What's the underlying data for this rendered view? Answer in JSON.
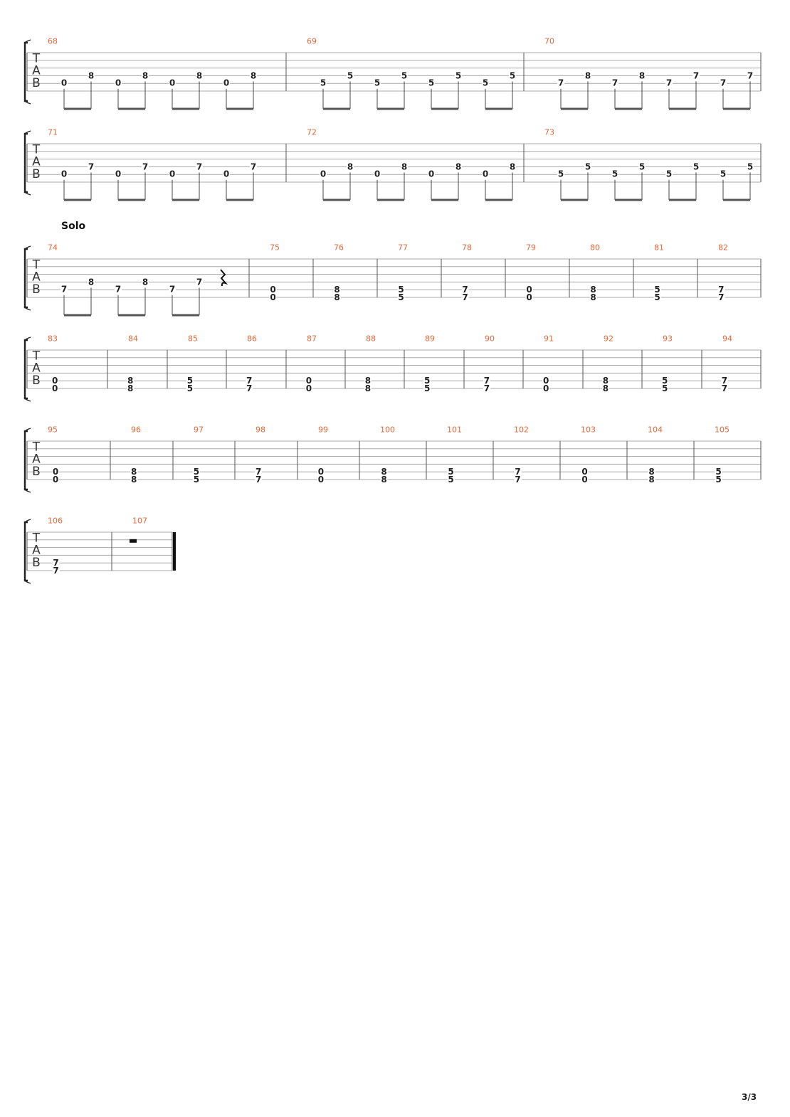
{
  "page_number": "3/3",
  "systems": [
    {
      "measures": [
        {
          "number": "68",
          "notes": [
            {
              "fret": "0",
              "string": 5
            },
            {
              "fret": "8",
              "string": 4
            },
            {
              "fret": "0",
              "string": 5
            },
            {
              "fret": "8",
              "string": 4
            },
            {
              "fret": "0",
              "string": 5
            },
            {
              "fret": "8",
              "string": 4
            },
            {
              "fret": "0",
              "string": 5
            },
            {
              "fret": "8",
              "string": 4
            }
          ]
        },
        {
          "number": "69",
          "notes": [
            {
              "fret": "5",
              "string": 5
            },
            {
              "fret": "5",
              "string": 4
            },
            {
              "fret": "5",
              "string": 5
            },
            {
              "fret": "5",
              "string": 4
            },
            {
              "fret": "5",
              "string": 5
            },
            {
              "fret": "5",
              "string": 4
            },
            {
              "fret": "5",
              "string": 5
            },
            {
              "fret": "5",
              "string": 4
            }
          ]
        },
        {
          "number": "70",
          "notes": [
            {
              "fret": "7",
              "string": 5
            },
            {
              "fret": "8",
              "string": 4
            },
            {
              "fret": "7",
              "string": 5
            },
            {
              "fret": "8",
              "string": 4
            },
            {
              "fret": "7",
              "string": 5
            },
            {
              "fret": "7",
              "string": 4
            },
            {
              "fret": "7",
              "string": 5
            },
            {
              "fret": "7",
              "string": 4
            }
          ]
        }
      ]
    },
    {
      "measures": [
        {
          "number": "71",
          "notes": [
            {
              "fret": "0",
              "string": 5
            },
            {
              "fret": "7",
              "string": 4
            },
            {
              "fret": "0",
              "string": 5
            },
            {
              "fret": "7",
              "string": 4
            },
            {
              "fret": "0",
              "string": 5
            },
            {
              "fret": "7",
              "string": 4
            },
            {
              "fret": "0",
              "string": 5
            },
            {
              "fret": "7",
              "string": 4
            }
          ]
        },
        {
          "number": "72",
          "notes": [
            {
              "fret": "0",
              "string": 5
            },
            {
              "fret": "8",
              "string": 4
            },
            {
              "fret": "0",
              "string": 5
            },
            {
              "fret": "8",
              "string": 4
            },
            {
              "fret": "0",
              "string": 5
            },
            {
              "fret": "8",
              "string": 4
            },
            {
              "fret": "0",
              "string": 5
            },
            {
              "fret": "8",
              "string": 4
            }
          ]
        },
        {
          "number": "73",
          "notes": [
            {
              "fret": "5",
              "string": 5
            },
            {
              "fret": "5",
              "string": 4
            },
            {
              "fret": "5",
              "string": 5
            },
            {
              "fret": "5",
              "string": 4
            },
            {
              "fret": "5",
              "string": 5
            },
            {
              "fret": "5",
              "string": 4
            },
            {
              "fret": "5",
              "string": 5
            },
            {
              "fret": "5",
              "string": 4
            }
          ]
        }
      ]
    },
    {
      "section_label": "Solo",
      "measures": [
        {
          "number": "74",
          "notes": [
            {
              "fret": "7",
              "string": 5
            },
            {
              "fret": "8",
              "string": 4
            },
            {
              "fret": "7",
              "string": 5
            },
            {
              "fret": "8",
              "string": 4
            },
            {
              "fret": "7",
              "string": 5
            },
            {
              "fret": "7",
              "string": 4
            }
          ],
          "rest": "quarter"
        },
        {
          "number": "75",
          "chord": [
            "0",
            "0"
          ]
        },
        {
          "number": "76",
          "chord": [
            "8",
            "8"
          ]
        },
        {
          "number": "77",
          "chord": [
            "5",
            "5"
          ]
        },
        {
          "number": "78",
          "chord": [
            "7",
            "7"
          ]
        },
        {
          "number": "79",
          "chord": [
            "0",
            "0"
          ]
        },
        {
          "number": "80",
          "chord": [
            "8",
            "8"
          ]
        },
        {
          "number": "81",
          "chord": [
            "5",
            "5"
          ]
        },
        {
          "number": "82",
          "chord": [
            "7",
            "7"
          ]
        }
      ]
    },
    {
      "measures": [
        {
          "number": "83",
          "chord": [
            "0",
            "0"
          ]
        },
        {
          "number": "84",
          "chord": [
            "8",
            "8"
          ]
        },
        {
          "number": "85",
          "chord": [
            "5",
            "5"
          ]
        },
        {
          "number": "86",
          "chord": [
            "7",
            "7"
          ]
        },
        {
          "number": "87",
          "chord": [
            "0",
            "0"
          ]
        },
        {
          "number": "88",
          "chord": [
            "8",
            "8"
          ]
        },
        {
          "number": "89",
          "chord": [
            "5",
            "5"
          ]
        },
        {
          "number": "90",
          "chord": [
            "7",
            "7"
          ]
        },
        {
          "number": "91",
          "chord": [
            "0",
            "0"
          ]
        },
        {
          "number": "92",
          "chord": [
            "8",
            "8"
          ]
        },
        {
          "number": "93",
          "chord": [
            "5",
            "5"
          ]
        },
        {
          "number": "94",
          "chord": [
            "7",
            "7"
          ]
        }
      ]
    },
    {
      "measures": [
        {
          "number": "95",
          "chord": [
            "0",
            "0"
          ]
        },
        {
          "number": "96",
          "chord": [
            "8",
            "8"
          ]
        },
        {
          "number": "97",
          "chord": [
            "5",
            "5"
          ]
        },
        {
          "number": "98",
          "chord": [
            "7",
            "7"
          ]
        },
        {
          "number": "99",
          "chord": [
            "0",
            "0"
          ]
        },
        {
          "number": "100",
          "chord": [
            "8",
            "8"
          ]
        },
        {
          "number": "101",
          "chord": [
            "5",
            "5"
          ]
        },
        {
          "number": "102",
          "chord": [
            "7",
            "7"
          ]
        },
        {
          "number": "103",
          "chord": [
            "0",
            "0"
          ]
        },
        {
          "number": "104",
          "chord": [
            "8",
            "8"
          ]
        },
        {
          "number": "105",
          "chord": [
            "5",
            "5"
          ]
        }
      ]
    },
    {
      "measures": [
        {
          "number": "106",
          "chord": [
            "7",
            "7"
          ]
        },
        {
          "number": "107",
          "rest": "half"
        }
      ],
      "final_barline": true
    }
  ]
}
